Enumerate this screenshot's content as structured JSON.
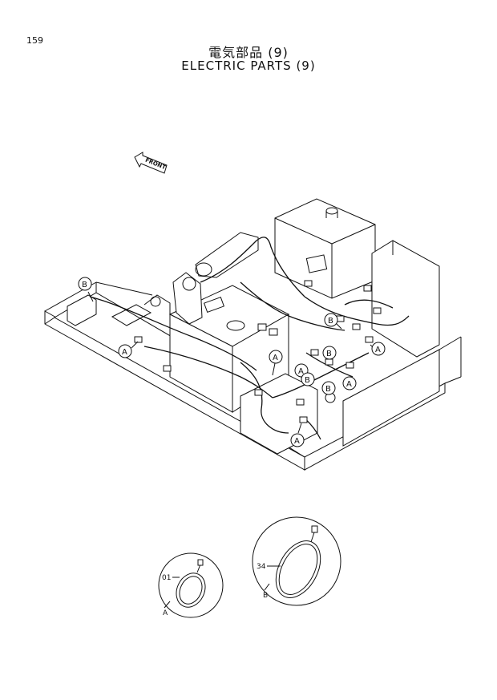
{
  "page": {
    "number": "159"
  },
  "title": {
    "jp": "電気部品 (9)",
    "en": "ELECTRIC  PARTS  (9)"
  },
  "orientation": {
    "front_label": "FRONT"
  },
  "callouts": {
    "a": "A",
    "b": "B"
  },
  "details": [
    {
      "callout": "A",
      "part_no": "01"
    },
    {
      "callout": "B",
      "part_no": "34"
    }
  ]
}
